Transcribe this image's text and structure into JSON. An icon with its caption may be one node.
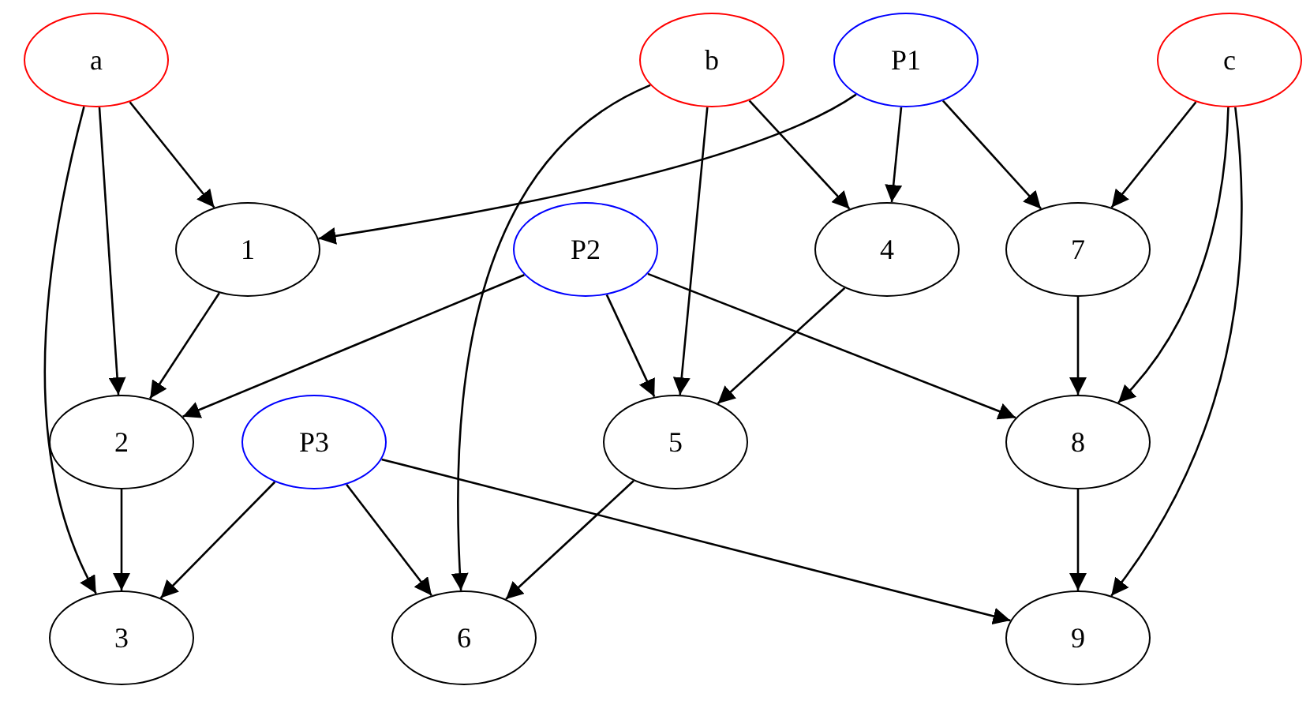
{
  "diagram": {
    "nodes": [
      {
        "text": [
          "a"
        ]
      },
      {
        "text": [
          "b"
        ]
      },
      {
        "text": [
          "P1"
        ]
      },
      {
        "text": [
          "c"
        ]
      },
      {
        "text": [
          "1"
        ]
      },
      {
        "text": [
          "P2"
        ]
      },
      {
        "text": [
          "4"
        ]
      },
      {
        "text": [
          "7"
        ]
      },
      {
        "text": [
          "2"
        ]
      },
      {
        "text": [
          "P3"
        ]
      },
      {
        "text": [
          "5"
        ]
      },
      {
        "text": [
          "8"
        ]
      },
      {
        "text": [
          "3"
        ]
      },
      {
        "text": [
          "6"
        ]
      },
      {
        "text": [
          "9"
        ]
      }
    ],
    "edges": [
      {
        "from": 0,
        "to": 4,
        "arrow": "to"
      },
      {
        "from": 0,
        "to": 8,
        "arrow": "to"
      },
      {
        "from": 0,
        "to": 12,
        "arrow": "to"
      },
      {
        "from": 1,
        "to": 13,
        "arrow": "to"
      },
      {
        "from": 1,
        "to": 10,
        "arrow": "to"
      },
      {
        "from": 1,
        "to": 6,
        "arrow": "to"
      },
      {
        "from": 2,
        "to": 4,
        "arrow": "to"
      },
      {
        "from": 2,
        "to": 6,
        "arrow": "to"
      },
      {
        "from": 2,
        "to": 7,
        "arrow": "to"
      },
      {
        "from": 3,
        "to": 7,
        "arrow": "to"
      },
      {
        "from": 3,
        "to": 11,
        "arrow": "to"
      },
      {
        "from": 3,
        "to": 14,
        "arrow": "to"
      },
      {
        "from": 4,
        "to": 8,
        "arrow": "to"
      },
      {
        "from": 5,
        "to": 8,
        "arrow": "to"
      },
      {
        "from": 5,
        "to": 10,
        "arrow": "to"
      },
      {
        "from": 5,
        "to": 11,
        "arrow": "to"
      },
      {
        "from": 6,
        "to": 10,
        "arrow": "to"
      },
      {
        "from": 7,
        "to": 11,
        "arrow": "to"
      },
      {
        "from": 8,
        "to": 12,
        "arrow": "to"
      },
      {
        "from": 9,
        "to": 12,
        "arrow": "to"
      },
      {
        "from": 9,
        "to": 13,
        "arrow": "to"
      },
      {
        "from": 9,
        "to": 14,
        "arrow": "to"
      },
      {
        "from": 10,
        "to": 13,
        "arrow": "to"
      },
      {
        "from": 11,
        "to": 14,
        "arrow": "to"
      }
    ]
  }
}
